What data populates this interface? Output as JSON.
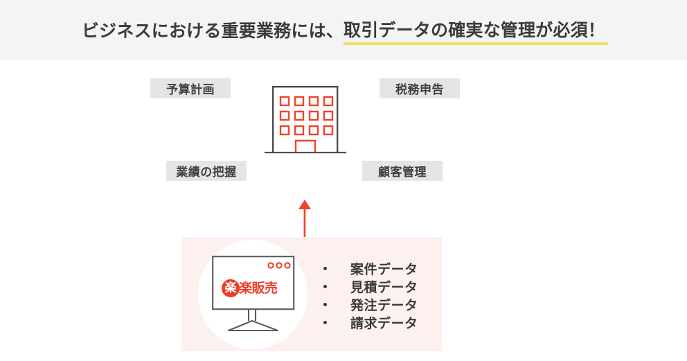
{
  "header": {
    "title_plain": "ビジネスにおける重要業務には、",
    "title_underlined": "取引データの確実な管理が必須！",
    "background_color": "#f4f4f4",
    "underline_color": "#f0dd6b",
    "text_color": "#3a3a3a"
  },
  "process_chips": [
    {
      "id": "budget",
      "label": "予算計画"
    },
    {
      "id": "tax",
      "label": "税務申告"
    },
    {
      "id": "results",
      "label": "業績の把握"
    },
    {
      "id": "customer",
      "label": "顧客管理"
    }
  ],
  "chip_style": {
    "background_color": "#e5e5e5",
    "text_color": "#3f3f3f"
  },
  "building": {
    "icon_name": "office-building-icon",
    "outline_color": "#4d4d4d",
    "window_color": "#f4402a",
    "window_rows": 3,
    "window_columns": 4,
    "door": "entrance"
  },
  "arrow": {
    "icon_name": "arrow-up-icon",
    "direction": "up",
    "color": "#f4402a"
  },
  "solution_panel": {
    "background_color": "#fdf1f0",
    "circle_color": "#ffffff",
    "monitor": {
      "icon_name": "desktop-monitor-icon",
      "outline_color": "#5a5a5a",
      "dots_count": 3,
      "dots_color": "#ef3b24"
    },
    "logo": {
      "badge_character": "楽",
      "text": "楽販売",
      "full_name": "楽楽販売",
      "color": "#ef3b24",
      "badge_text_color": "#ffffff"
    },
    "data_items": [
      "案件データ",
      "見積データ",
      "発注データ",
      "請求データ"
    ],
    "bullet_color": "#3a3a3a",
    "text_color": "#3a3a3a"
  }
}
